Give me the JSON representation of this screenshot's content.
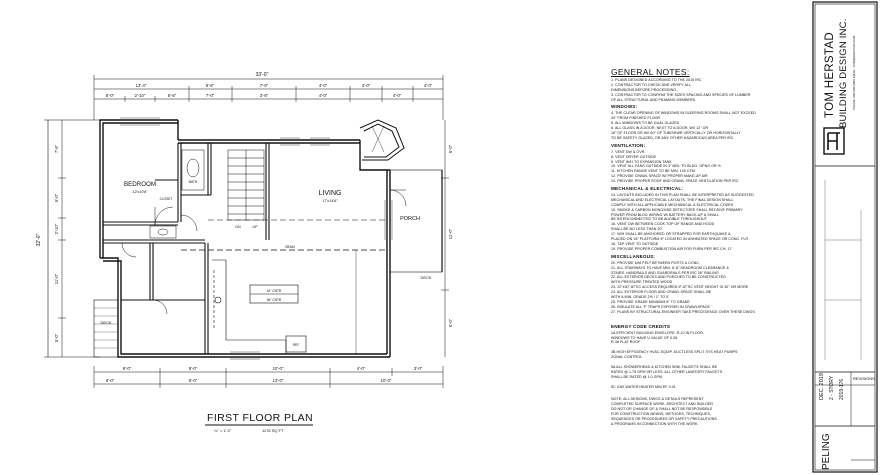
{
  "plan": {
    "title": "FIRST FLOOR PLAN",
    "scale": "¼\" = 1'-0\"",
    "area": "1176 SQ FT",
    "overall_width": "33'-0\"",
    "overall_depth": "32'-0\"",
    "rooms": {
      "bedroom": "BEDROOM",
      "bedroom_size": "12'x10'6\"",
      "living": "LIVING",
      "living_size": "17'x14'6\"",
      "porch": "PORCH",
      "deck": "DECK",
      "bath": "BATH",
      "closet": "CLOSET",
      "dn": "DN",
      "up": "UP",
      "beam": "BEAM",
      "bar_top": "42\" CNTR",
      "counter_top": "36\" CNTR",
      "ref": "REF"
    },
    "top_dims_row1": [
      "13'-4\"",
      "8'-6\"",
      "7'-0\"",
      "4'-0\"",
      "4'-0\"",
      "4'-0\""
    ],
    "top_dims_row2": [
      "6'-0\"",
      "2'-10\"",
      "8'-6\"",
      "7'-0\"",
      "3'-6\"",
      "4'-0\"",
      "4'-0\""
    ],
    "bottom_dims_row1": [
      "8'-0\"",
      "8'-0\"",
      "10'-0\"",
      "4'-0\"",
      "3'-0\""
    ],
    "bottom_dims_row2": [
      "6'-0\"",
      "8'-0\"",
      "13'-0\"",
      "10'-0\""
    ],
    "left_dims": [
      "7'-6\"",
      "5'-0\"",
      "2'-10\"",
      "11'-0\"",
      "5'-0\""
    ],
    "right_dims": [
      "5'-0\"",
      "11'-0\"",
      "6'-0\""
    ]
  },
  "notes": {
    "title": "GENERAL NOTES:",
    "general": [
      "1. PLANS DESIGNED ACCORDING TO THE 2015 IRC",
      "2. CONTRACTOR TO CHECK AND VERIFY ALL",
      "   DIMENSIONS BEFORE PROCEEDING.",
      "3. CONTRACTOR TO CONFIRM THE SIZES SPACING AND SPECIES OF LUMBER",
      "   OF ALL STRUCTURAL AND FRAMING MEMBERS."
    ],
    "windows_head": "WINDOWS:",
    "windows": [
      "4. THE CLEAR OPENING OF WINDOWS IN SLEEPING ROOMS SHALL NOT EXCEED",
      "   44\" FROM FINISHED FLOOR",
      "5. ALL WINDOWS TO BE DUAL GLAZED",
      "6. ALL GLASS IN A DOOR, NEXT TO A DOOR, W/I 12\" OR",
      "   18\" OF FLOOR OR W/I 60\" OF TUB/SHWR VERTICALLY OR HORIZONTALLY",
      "   TO BE SAFETY GLAZED, OR ANY OTHER HAZARDOUS AREA PER IRC."
    ],
    "vent_head": "VENTILATION:",
    "vent": [
      "7. VENT DW & OVR.",
      "8. VENT DRYER OUTSIDE",
      "9. VENT W/H TO EXPANSION TANK",
      "10. VENT ALL FANS OUTSIDE IN 3\" MIN. TO BLDG. OPNG OR ½",
      "11. KITCHEN RANGE VENT TO BE MIN. 100 CFM",
      "12. PROVIDE CRAWL SPACE W/ PROPER MAKE-UP AIR",
      "13. PROVIDE PROPER ROOF AND CRAWL SPACE VENTILATION PER IRC"
    ],
    "mech_head": "MECHANICAL & ELECTRICAL:",
    "mech": [
      "14. LAYOUTS INCLUDED IN THIS PLAN SHALL BE INTERPRETED AS SUGGESTED",
      "    MECHANICAL AND ELECTRICAL LAYOUTS. THE FINAL DESIGN SHALL",
      "    COMPLY WITH ALL APPLICABLE MECHANICAL & ELECTRICAL CODES",
      "15. SMOKE & CARBON MONOXIDE DETECTORS SHALL RECEIVE PRIMARY",
      "    POWER FROM BLDG WIRING W/ BATTERY BACK-UP & SHALL",
      "    BE INTERCONNECTED TO BE AUDIBLE THROUGHOUT",
      "16. VENT DW BETWEEN COOK TOP OF RANGE AND HOOD",
      "    SHALL BE NO LESS THAN 30\"",
      "17. W/H SHALL BE ANCHORED OR STRAPPED FOR EARTHQUAKE &",
      "    PLACED ON 18\" PLATFORM IF LOCATED IN UNHEATED SPACE OR CONC. FLR",
      "18. T&P VENT TO OUTSIDE",
      "19. PROVIDE PROPER COMBUSTION AIR FOR FURN PER IRC CH. 17"
    ],
    "misc_head": "MISCELLANEOUS:",
    "misc": [
      "20. PROVIDE 6X6 FELT BETWEEN POSTS & CONC.",
      "21. ALL STAIRWAYS TO HAVE MIN. 6'-8\" HEADROOM CLEARANCE &",
      "    STAIRS, HANDRAILS AND GUARDRAILS PER IRC 36\" RAILING",
      "22. ALL EXTERIOR DECKS AND PORCHES TO BE CONSTRUCTED",
      "    WITH PRESSURE TREATED WOOD",
      "23. 22\"x30\" ATTIC ACCESS REQUIRED IF ATTIC VENT HEIGHT IS 30\" OR MORE",
      "24. ALL EXTERIOR FLOOR AND CRAWL SPACE SHALL BE",
      "    WITH A MIN. GRADE 2% / 1\" TO 5'",
      "25. PROVIDE GRADE MINIMUM 6\" TO GRADE",
      "26. INSULATE ALL 'F' TRAPS EXPOSED IN CRAWLSPACE",
      "27. PLANS BY STRUCTURAL ENGINEER TAKE PRECEDENCE OVER THESE DWGS"
    ],
    "energy_head": "ENERGY CODE CREDITS",
    "energy": [
      "1A EFFICIENT BUILDING ENVELOPE: R-10 IN FLOOR,",
      "   WINDOWS TO HAVE U VALUE OF 0.28",
      "   R-38 FLAT ROOF",
      "",
      "3B HIGH EFFICIENCY HVAC EQUIP. DUCTLESS SPLIT SYS HEAT PUMPS",
      "   ZONAL CONTROL",
      "",
      "5A ALL SHOWERHEAD & KITCHEN SINK FAUCETS SHALL BE",
      "   RATED @ 1.75 GPM OR LESS. ALL OTHER LAVATORY FAUCETS",
      "   SHALL BE RATED @ 1.0 GPM.",
      "",
      "5C GAS WATER HEATER MIN EF 0.91"
    ],
    "disclaimer": [
      "NOTE: ALL DESIGNS, DWGS & DETAILS REPRESENT",
      "COMPLETED SURFACE WORK. ARCHITECT AND BUILDER",
      "DO NOT OR CHANGE OF & SHALL NOT BE RESPONSIBLE",
      "FOR CONSTRUCTION MEANS, METHODS, TECHNIQUES,",
      "SEQUENCES OR PROCEDURES OR SAFETY PRECAUTIONS",
      "& PROGRAMS IN CONNECTION WITH THE WORK."
    ]
  },
  "titleblock": {
    "company_line1": "TOM HERSTAD",
    "company_line2": "BUILDING DESIGN INC.",
    "contact": "PHONE: 000-000-0000   EMAIL: TOM@HERSTAD.COM",
    "date": "DEC. 2019",
    "stories": "2 - STORY",
    "job": "2019-176",
    "revisions": "REVISIONS",
    "sheet_name": "PELING"
  }
}
